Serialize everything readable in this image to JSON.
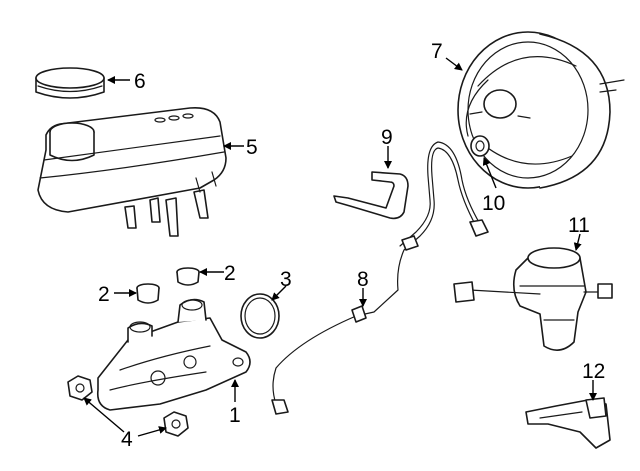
{
  "callouts": {
    "c1": "1",
    "c2a": "2",
    "c2b": "2",
    "c3": "3",
    "c4": "4",
    "c5": "5",
    "c6": "6",
    "c7": "7",
    "c8": "8",
    "c9": "9",
    "c10": "10",
    "c11": "11",
    "c12": "12"
  },
  "colors": {
    "line": "#1a1a1a",
    "background": "#ffffff"
  }
}
